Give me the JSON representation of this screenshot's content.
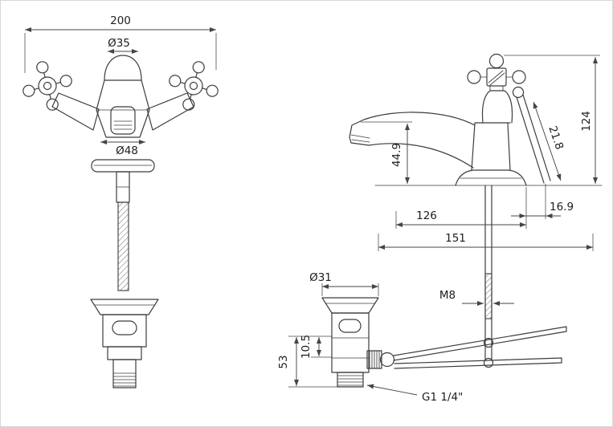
{
  "sheet": {
    "background": "#ffffff",
    "line_color": "#3c3c3c"
  },
  "front_view": {
    "dim_width": "200",
    "dim_cap": "Ø35",
    "dim_body": "Ø48"
  },
  "side_view": {
    "dim_height": "124",
    "dim_spout_height": "44.9",
    "dim_lever": "21.8",
    "dim_rod_offset": "16.9",
    "dim_reach": "126",
    "dim_depth": "151",
    "dim_waste_dia": "Ø31",
    "dim_rod_thread": "M8",
    "dim_waste_height": "53",
    "dim_waste_step": "10.5",
    "dim_waste_thread": "G1 1/4\""
  }
}
